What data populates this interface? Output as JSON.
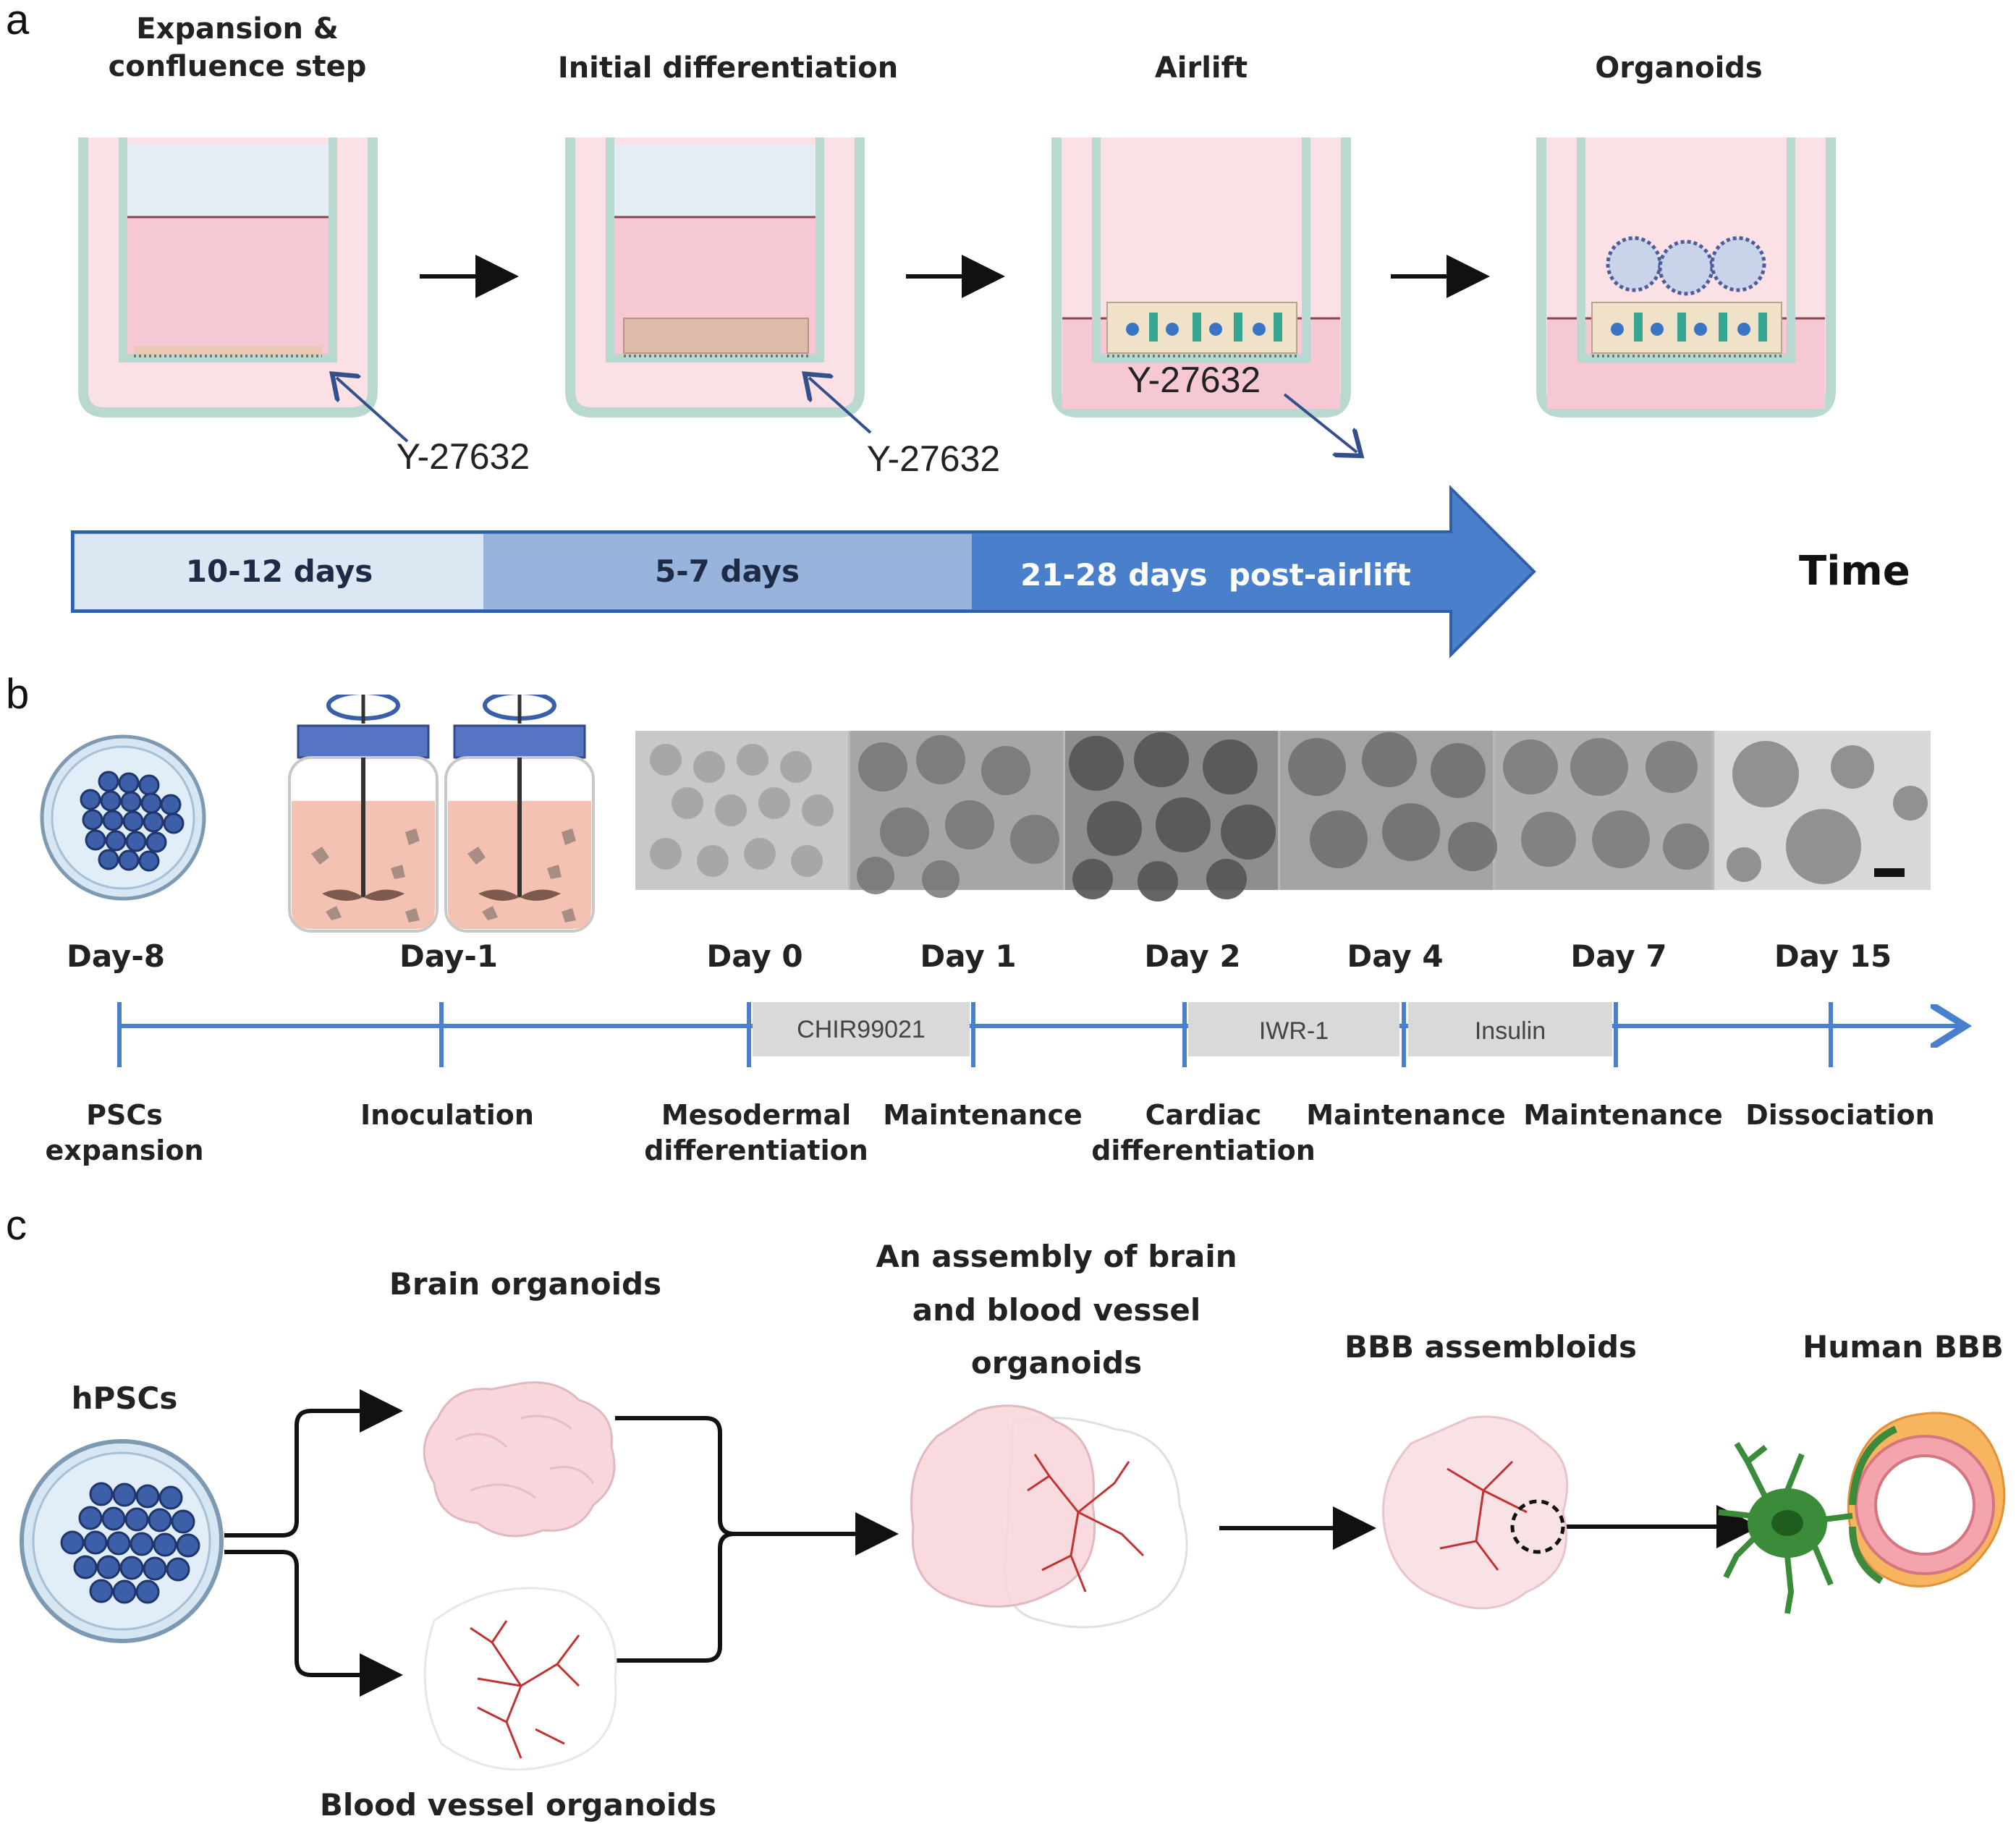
{
  "panel_a": {
    "letter": "a",
    "stages": [
      {
        "label_line1": "Expansion &",
        "label_line2": "confluence step"
      },
      {
        "label_line1": "Initial differentiation",
        "label_line2": ""
      },
      {
        "label_line1": "Airlift",
        "label_line2": ""
      },
      {
        "label_line1": "Organoids",
        "label_line2": ""
      }
    ],
    "inhibitor_labels": [
      "Y-27632",
      "Y-27632",
      "Y-27632"
    ],
    "timeline": [
      {
        "label": "10-12 days",
        "color": "#dde7f3"
      },
      {
        "label": "5-7 days",
        "color": "#98b4dd"
      },
      {
        "label": "21-28 days  post-airlift",
        "color": "#4a7fcc"
      }
    ],
    "time_label": "Time"
  },
  "panel_b": {
    "letter": "b",
    "days": [
      "Day-8",
      "Day-1",
      "Day 0",
      "Day 1",
      "Day 2",
      "Day 4",
      "Day 7",
      "Day 15"
    ],
    "boxes": [
      "CHIR99021",
      "IWR-1",
      "Insulin"
    ],
    "steps": [
      {
        "line1": "PSCs",
        "line2": "expansion"
      },
      {
        "line1": "Inoculation",
        "line2": ""
      },
      {
        "line1": "Mesodermal",
        "line2": "differentiation"
      },
      {
        "line1": "Maintenance",
        "line2": ""
      },
      {
        "line1": "Cardiac",
        "line2": "differentiation"
      },
      {
        "line1": "Maintenance",
        "line2": ""
      },
      {
        "line1": "Maintenance",
        "line2": ""
      },
      {
        "line1": "Dissociation",
        "line2": ""
      }
    ],
    "line_color": "#4a7fcc"
  },
  "panel_c": {
    "letter": "c",
    "hpscs": "hPSCs",
    "brain_organoids": "Brain organoids",
    "blood_vessel_organoids": "Blood vessel organoids",
    "assembly_line1": "An assembly of brain",
    "assembly_line2": "and blood vessel",
    "assembly_line3": "organoids",
    "bbb_assembloids": "BBB assembloids",
    "human_bbb": "Human BBB"
  }
}
